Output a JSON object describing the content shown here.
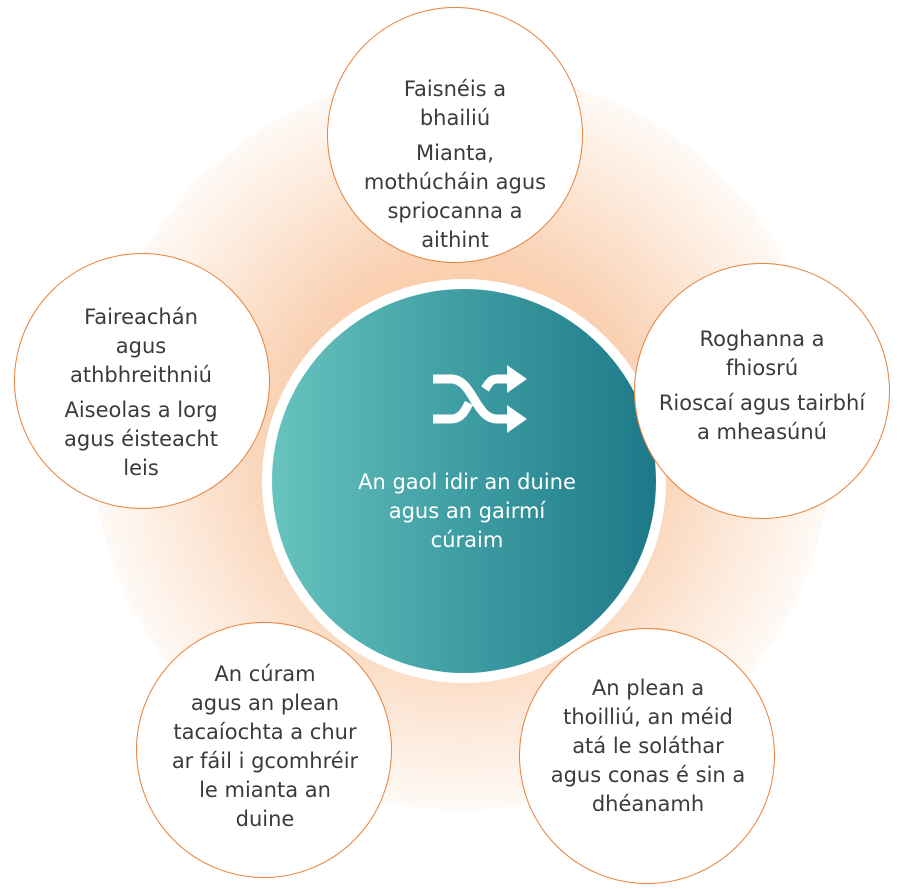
{
  "center": {
    "label": "An gaol idir an duine agus an gairmí cúraim",
    "lines": [
      "An gaol idir an duine",
      "agus an gairmí",
      "cúraim"
    ],
    "icon": "shuffle-icon"
  },
  "nodes": [
    {
      "id": "top",
      "heading_lines": [
        "Faisnéis a",
        "bhailiú"
      ],
      "detail_lines": [
        "Mianta,",
        "mothúcháin agus",
        "spriocanna a",
        "aithint"
      ]
    },
    {
      "id": "right",
      "heading_lines": [
        "Roghanna a",
        "fhiosrú"
      ],
      "detail_lines": [
        "Rioscaí agus tairbhí",
        "a mheasúnú"
      ]
    },
    {
      "id": "bottom-right",
      "heading_lines": [
        "An plean a",
        "thoilliú, an méid",
        "atá le soláthar",
        "agus conas é sin a",
        "dhéanamh"
      ],
      "detail_lines": []
    },
    {
      "id": "bottom-left",
      "heading_lines": [
        "An cúram",
        "agus an plean",
        "tacaíochta a chur",
        "ar fáil i gcomhréir",
        "le mianta an",
        "duine"
      ],
      "detail_lines": []
    },
    {
      "id": "left",
      "heading_lines": [
        "Faireachán",
        "agus",
        "athbhreithniú"
      ],
      "detail_lines": [
        "Aiseolas a lorg",
        "agus éisteacht",
        "leis"
      ]
    }
  ],
  "colors": {
    "accent_orange": "#e8823a",
    "teal_light": "#67c3bd",
    "teal_dark": "#1d7988",
    "text": "#3b3b3b"
  }
}
